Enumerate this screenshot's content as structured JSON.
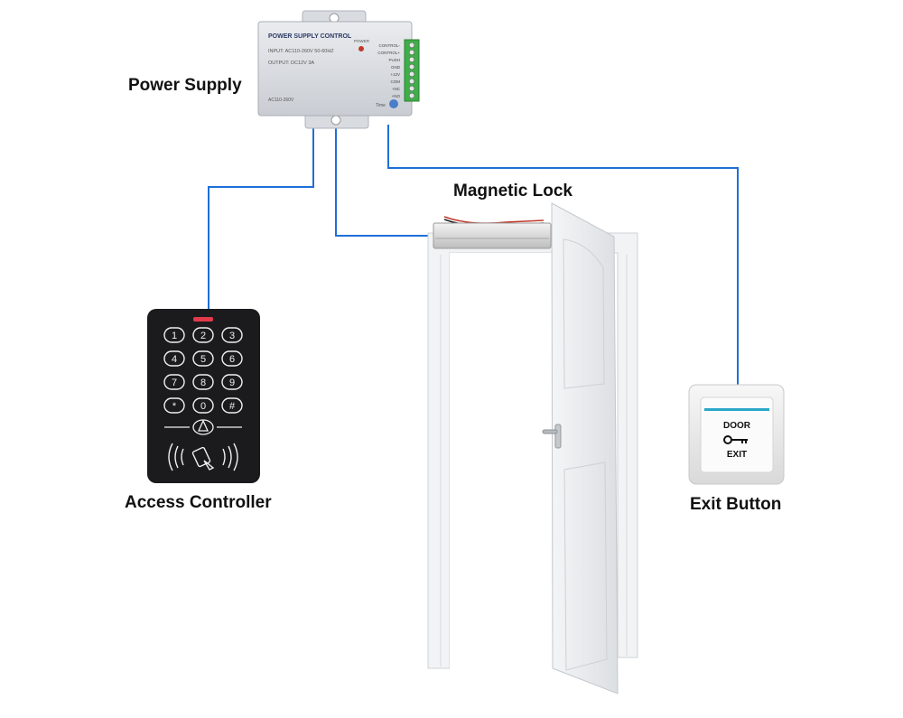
{
  "labels": {
    "power_supply": "Power Supply",
    "magnetic_lock": "Magnetic Lock",
    "access_controller": "Access Controller",
    "exit_button": "Exit Button"
  },
  "power_supply_unit": {
    "title": "POWER SUPPLY CONTROL",
    "input": "INPUT: AC110-260V 50-60HZ",
    "output": "OUTPUT: DC12V 3A",
    "power_led_label": "POWER",
    "model": "AC110-260V",
    "time_label": "Time",
    "terminals": [
      "CONTROL-",
      "CONTROL+",
      "PUSH",
      "GND",
      "+12V",
      "COM",
      "+NC",
      "+NO"
    ]
  },
  "keypad": {
    "keys": [
      "1",
      "2",
      "3",
      "4",
      "5",
      "6",
      "7",
      "8",
      "9",
      "*",
      "0",
      "#"
    ]
  },
  "exit_button_device": {
    "line1": "DOOR",
    "line2": "EXIT"
  },
  "colors": {
    "wire": "#1e6fd9",
    "keypad_body": "#1b1b1d",
    "keypad_key": "#f0f0f0",
    "indicator": "#e23a4a",
    "exit_stripe": "#29a7c9",
    "terminal_block": "#3fae49"
  }
}
